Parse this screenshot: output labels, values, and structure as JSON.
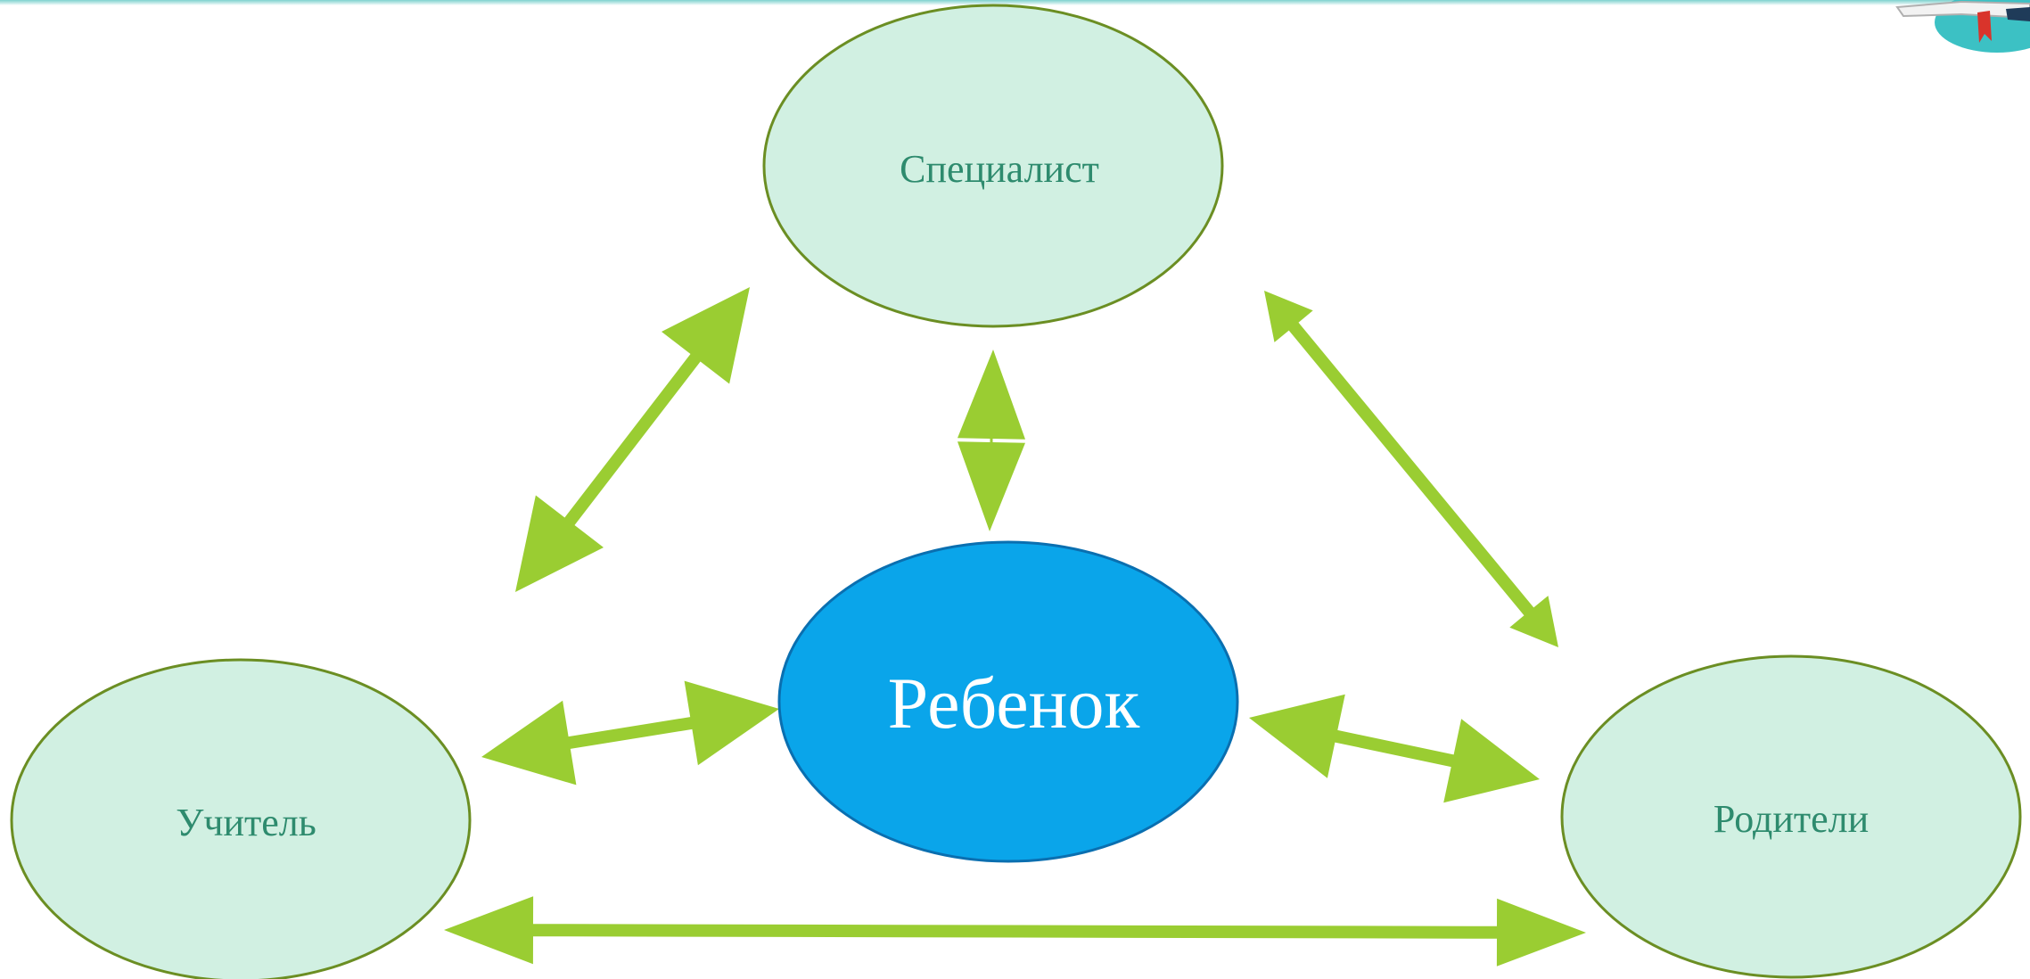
{
  "diagram": {
    "nodes": {
      "specialist": {
        "label": "Специалист"
      },
      "child": {
        "label": "Ребенок"
      },
      "teacher": {
        "label": "Учитель"
      },
      "parents": {
        "label": "Родители"
      }
    },
    "edges": [
      {
        "from": "specialist",
        "to": "child",
        "direction": "both"
      },
      {
        "from": "specialist",
        "to": "teacher",
        "direction": "both"
      },
      {
        "from": "specialist",
        "to": "parents",
        "direction": "both"
      },
      {
        "from": "teacher",
        "to": "child",
        "direction": "both"
      },
      {
        "from": "child",
        "to": "parents",
        "direction": "both"
      },
      {
        "from": "teacher",
        "to": "parents",
        "direction": "both"
      }
    ]
  },
  "colors": {
    "outer_node_fill": "#d1f0e2",
    "outer_node_stroke": "#6b8e23",
    "outer_node_text": "#2e8b6e",
    "center_node_fill": "#0aa5ea",
    "center_node_stroke": "#0a6fb0",
    "center_node_text": "#ffffff",
    "arrow": "#9acd32"
  },
  "decorations": {
    "corner_icon": "book-icon"
  }
}
